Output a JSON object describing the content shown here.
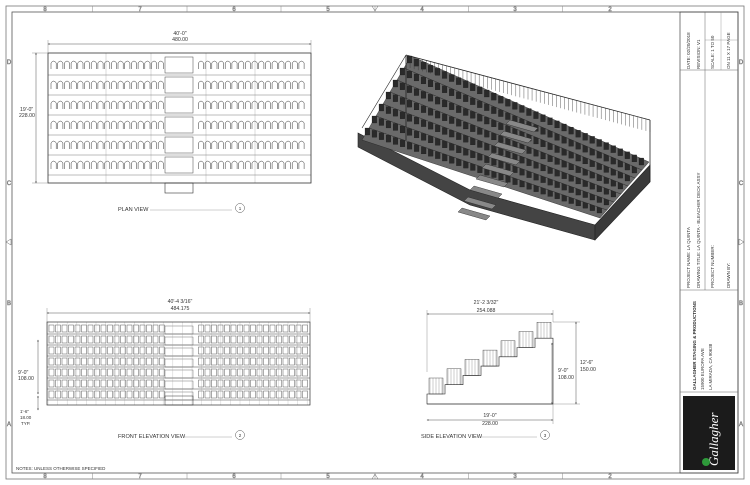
{
  "sheet": {
    "zones_top": [
      "8",
      "7",
      "6",
      "5",
      "4",
      "3",
      "2"
    ],
    "zones_side": [
      "D",
      "C",
      "B",
      "A"
    ],
    "notes": "NOTES: UNLESS OTHERWISE SPECIFIED"
  },
  "plan_view": {
    "title": "PLAN VIEW",
    "number": "1",
    "width_ft": "40'-0\"",
    "width_in": "480.00",
    "depth_ft": "19'-0\"",
    "depth_in": "228.00"
  },
  "front_elevation": {
    "title": "FRONT ELEVATION VIEW",
    "number": "2",
    "width_ft": "40'-4 3/16\"",
    "width_in": "484.175",
    "height_ft": "9'-0\"",
    "height_in": "108.00",
    "step_ft": "1'-6\"",
    "step_in": "18.00",
    "step_note": "TYP."
  },
  "side_elevation": {
    "title": "SIDE ELEVATION VIEW",
    "number": "3",
    "top_ft": "21'-2 3/32\"",
    "top_in": "254.088",
    "rise_ft": "9'-0\"",
    "rise_in": "108.00",
    "overall_ft": "12'-6\"",
    "overall_in": "150.00",
    "base_ft": "19'-0\"",
    "base_in": "228.00"
  },
  "title_block": {
    "date": "DATE: 02/20/2018",
    "revision": "REVISION: V1",
    "scale": "SCALE: 1 TO 50",
    "page": "ON 11 X 17 PAGE",
    "project_name": "PROJECT NAME: LA QUINTA",
    "drawing_title": "DRAWING TITLE: LA QUINTA - BLEACHER DECK ASSY",
    "project_number": "PROJECT NUMBER:",
    "drawn_by": "DRAWN BY:",
    "company": "GALLAGHER STAGING & PRODUCTIONS",
    "address1": "15900 EUROPA AVE",
    "address2": "LA MIRADA, CA 90638",
    "logo": "Gallagher"
  }
}
